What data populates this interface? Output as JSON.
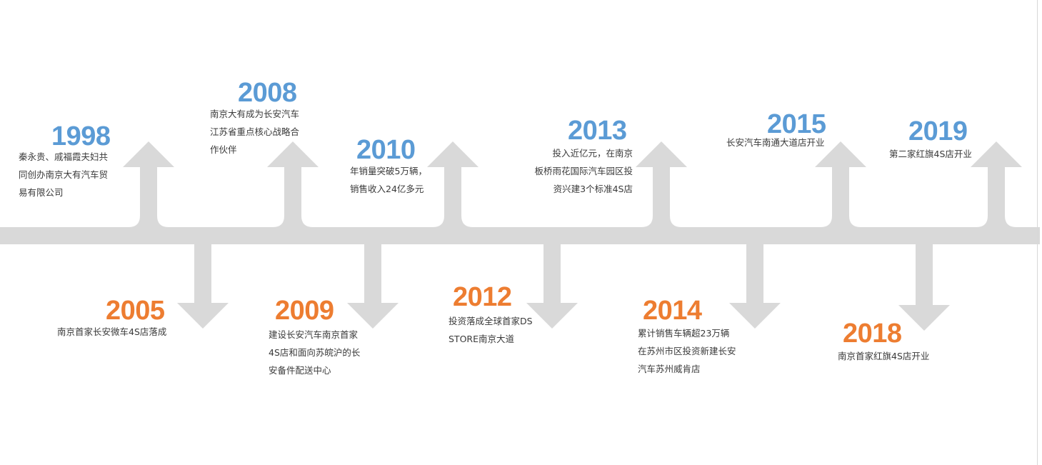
{
  "colors": {
    "track": "#d9d9d9",
    "year_up": "#5b9bd5",
    "year_down": "#ed7d31",
    "text": "#3a3a3a"
  },
  "events": [
    {
      "year": "1998",
      "dir": "up",
      "lines": [
        "秦永贵、戚福霞夫妇共",
        "同创办南京大有汽车贸",
        "易有限公司"
      ]
    },
    {
      "year": "2005",
      "dir": "down",
      "lines": [
        "南京首家长安微车4S店落成"
      ]
    },
    {
      "year": "2008",
      "dir": "up",
      "lines": [
        "南京大有成为长安汽车",
        "江苏省重点核心战略合",
        "作伙伴"
      ]
    },
    {
      "year": "2009",
      "dir": "down",
      "lines": [
        "建设长安汽车南京首家",
        "4S店和面向苏皖沪的长",
        "安备件配送中心"
      ]
    },
    {
      "year": "2010",
      "dir": "up",
      "lines": [
        "年销量突破5万辆，",
        "销售收入24亿多元"
      ]
    },
    {
      "year": "2012",
      "dir": "down",
      "lines": [
        "投资落成全球首家DS",
        "STORE南京大道"
      ]
    },
    {
      "year": "2013",
      "dir": "up",
      "lines": [
        "投入近亿元，在南京",
        "板桥雨花国际汽车园区投",
        "资兴建3个标准4S店"
      ]
    },
    {
      "year": "2014",
      "dir": "down",
      "lines": [
        "累计销售车辆超23万辆",
        "在苏州市区投资新建长安",
        "汽车苏州威肯店"
      ]
    },
    {
      "year": "2015",
      "dir": "up",
      "lines": [
        "长安汽车南通大道店开业"
      ]
    },
    {
      "year": "2018",
      "dir": "down",
      "lines": [
        "南京首家红旗4S店开业"
      ]
    },
    {
      "year": "2019",
      "dir": "up",
      "lines": [
        "第二家红旗4S店开业"
      ]
    }
  ]
}
